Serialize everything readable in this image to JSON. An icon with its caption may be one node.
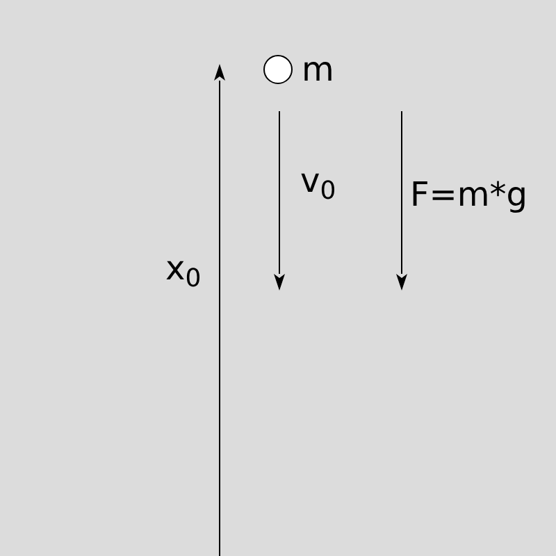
{
  "diagram": {
    "nodes": [
      {
        "text": [],
        "shape": "circle",
        "beside": [
          "m"
        ]
      }
    ],
    "labels": [
      "v$_{0}$",
      "F=m*g",
      "x$_{0}$"
    ]
  }
}
